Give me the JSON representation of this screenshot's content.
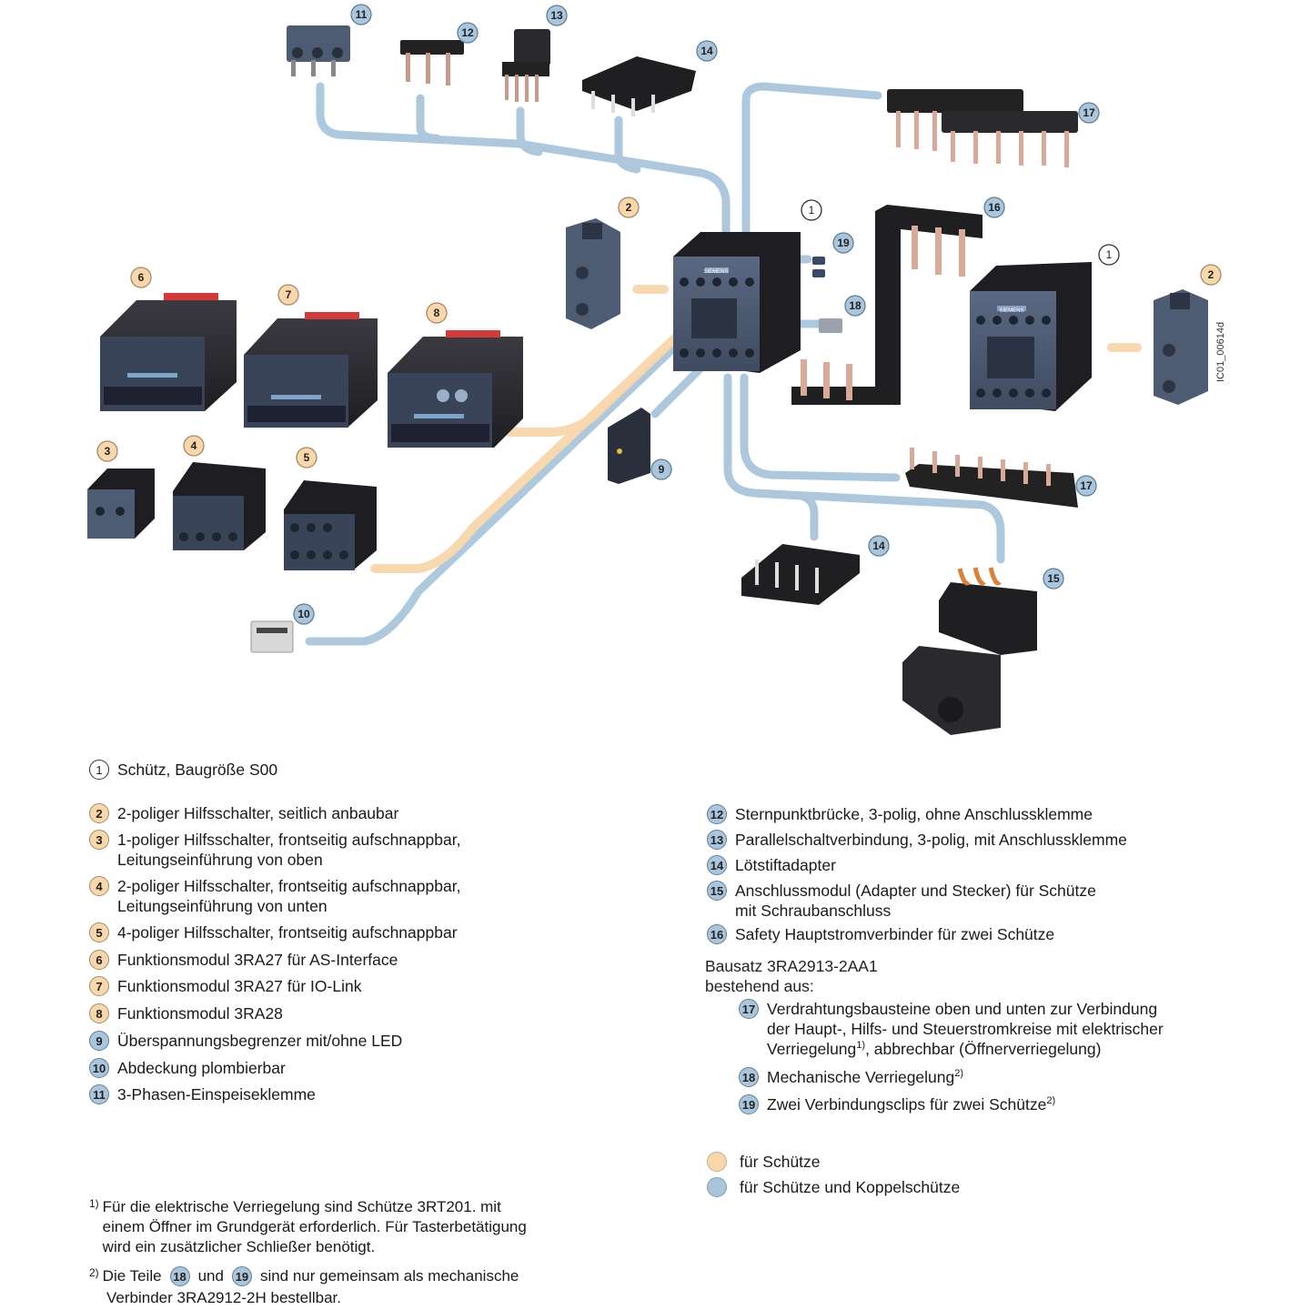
{
  "diagram": {
    "badge_labels": [
      "1",
      "1",
      "2",
      "2",
      "3",
      "4",
      "5",
      "6",
      "7",
      "8",
      "9",
      "10",
      "11",
      "12",
      "13",
      "14",
      "14",
      "15",
      "16",
      "17",
      "17",
      "18",
      "19"
    ],
    "doc_code": "IC01_00614d",
    "brand": "SIEMENS",
    "colors": {
      "orange_connector": "#f8d7ab",
      "blue_connector": "#a9c6dc",
      "device_dark": "#2c2c30",
      "device_blue": "#4d5b73"
    }
  },
  "legend": {
    "left": [
      {
        "num": "1",
        "style": "white",
        "text": "Schütz, Baugröße S00"
      },
      {
        "num": "2",
        "style": "orange",
        "text": "2-poliger Hilfsschalter, seitlich anbaubar"
      },
      {
        "num": "3",
        "style": "orange",
        "text": "1-poliger Hilfsschalter, frontseitig aufschnappbar,\nLeitungseinführung von oben"
      },
      {
        "num": "4",
        "style": "orange",
        "text": "2-poliger Hilfsschalter, frontseitig aufschnappbar,\nLeitungseinführung von unten"
      },
      {
        "num": "5",
        "style": "orange",
        "text": "4-poliger Hilfsschalter, frontseitig aufschnappbar"
      },
      {
        "num": "6",
        "style": "orange",
        "text": "Funktionsmodul 3RA27 für AS-Interface"
      },
      {
        "num": "7",
        "style": "orange",
        "text": "Funktionsmodul 3RA27 für IO-Link"
      },
      {
        "num": "8",
        "style": "orange",
        "text": "Funktionsmodul 3RA28"
      },
      {
        "num": "9",
        "style": "blue",
        "text": "Überspannungsbegrenzer mit/ohne LED"
      },
      {
        "num": "10",
        "style": "blue",
        "text": "Abdeckung plombierbar"
      },
      {
        "num": "11",
        "style": "blue",
        "text": "3-Phasen-Einspeiseklemme"
      }
    ],
    "right": [
      {
        "num": "12",
        "style": "blue",
        "text": "Sternpunktbrücke, 3-polig, ohne Anschlussklemme"
      },
      {
        "num": "13",
        "style": "blue",
        "text": "Parallelschaltverbindung, 3-polig, mit Anschlussklemme"
      },
      {
        "num": "14",
        "style": "blue",
        "text": "Lötstiftadapter"
      },
      {
        "num": "15",
        "style": "blue",
        "text": "Anschlussmodul (Adapter und Stecker) für Schütze\nmit Schraubanschluss"
      },
      {
        "num": "16",
        "style": "blue",
        "text": "Safety Hauptstromverbinder für zwei Schütze"
      }
    ],
    "kit_title": "Bausatz 3RA2913-2AA1\nbestehend aus:",
    "kit_items": [
      {
        "num": "17",
        "style": "blue",
        "text": "Verdrahtungsbausteine oben und unten zur Verbindung\nder Haupt-, Hilfs- und Steuerstromkreise mit elektrischer",
        "line3": "Verriegelung",
        "sup3": "1)",
        "line3_rest": ", abbrechbar (Öffnerverriegelung)"
      },
      {
        "num": "18",
        "style": "blue",
        "text": "Mechanische Verriegelung",
        "sup": "2)"
      },
      {
        "num": "19",
        "style": "blue",
        "text": "Zwei Verbindungsclips für zwei Schütze",
        "sup": "2)"
      }
    ],
    "color_key": [
      {
        "color": "#f8d7ab",
        "text": "für Schütze"
      },
      {
        "color": "#a9c6dc",
        "text": "für Schütze und Koppelschütze"
      }
    ]
  },
  "footnotes": {
    "fn1_mark": "1)",
    "fn1_text": "Für die elektrische Verriegelung sind Schütze 3RT201. mit\neinem Öffner im Grundgerät erforderlich. Für Tasterbetätigung\nwird ein zusätzlicher Schließer benötigt.",
    "fn2_mark": "2)",
    "fn2_pre": "Die Teile",
    "fn2_num1": "18",
    "fn2_mid": "und",
    "fn2_num2": "19",
    "fn2_post": "sind nur gemeinsam als mechanische",
    "fn2_line2": "Verbinder 3RA2912-2H bestellbar."
  }
}
